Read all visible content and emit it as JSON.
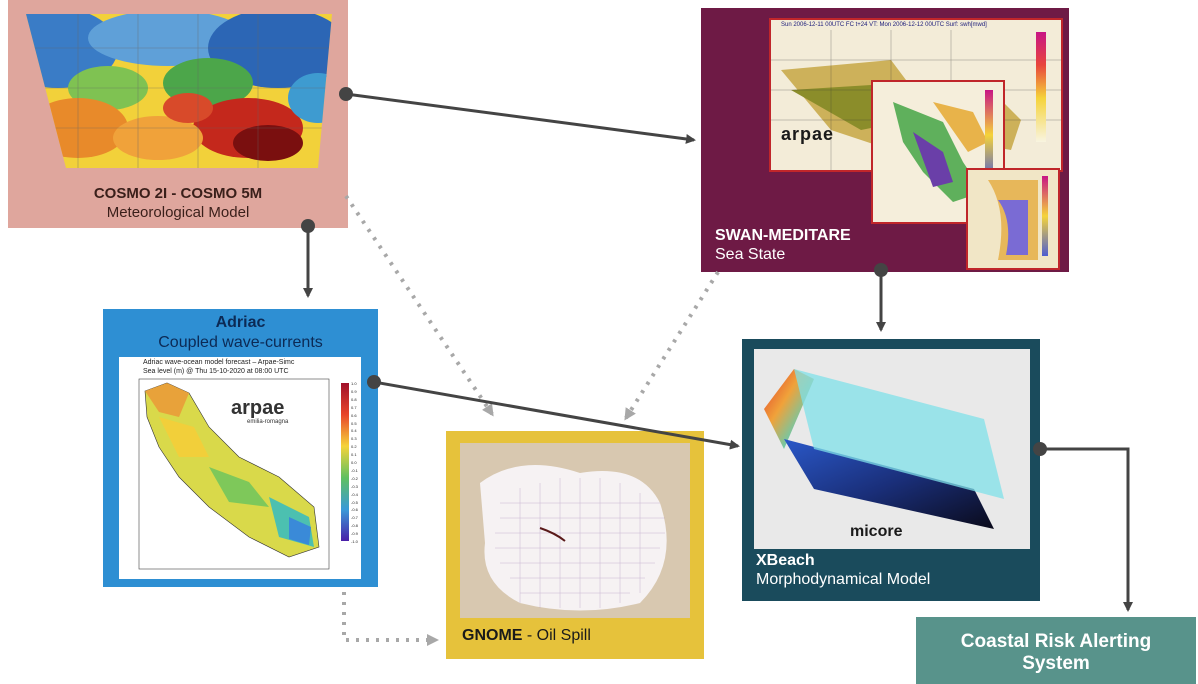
{
  "cosmo": {
    "title": "COSMO 2I - COSMO 5M",
    "subtitle": "Meteorological Model",
    "bg_color": "#dfa69d"
  },
  "swan": {
    "title": "SWAN-MEDITARE",
    "subtitle": "Sea State",
    "bg_color": "#6e1a45",
    "map_header": "Sun 2006-12-11 00UTC   FC t+24 VT: Mon 2006-12-12 00UTC Surf: swh[mwd]",
    "logo_text": "arpae"
  },
  "adriac": {
    "title": "Adriac",
    "subtitle": "Coupled wave-currents",
    "bg_color": "#2e8fd3",
    "map_title_line1": "Adriac wave-ocean model forecast  –  Arpae-Simc",
    "map_title_line2": "Sea level (m)  @  Thu 15-10-2020 at 08:00 UTC",
    "logo_text": "arpae",
    "logo_sub": "emilia-romagna",
    "colorbar_ticks": [
      "1.0",
      "0.9",
      "0.8",
      "0.7",
      "0.6",
      "0.5",
      "0.4",
      "0.3",
      "0.2",
      "0.1",
      "0.0",
      "-0.1",
      "-0.2",
      "-0.3",
      "-0.4",
      "-0.5",
      "-0.6",
      "-0.7",
      "-0.8",
      "-0.9",
      "-1.0"
    ]
  },
  "gnome": {
    "title_bold": "GNOME",
    "title_rest": " - Oil Spill",
    "bg_color": "#e6c23b"
  },
  "xbeach": {
    "title": "XBeach",
    "subtitle": "Morphodynamical Model",
    "bg_color": "#1a4b5c",
    "logo_text": "micore"
  },
  "coastal": {
    "line1": "Coastal Risk Alerting",
    "line2": "System",
    "bg_color": "#58938b"
  },
  "colors": {
    "arrow": "#444444",
    "dotted_arrow": "#a8a8a8"
  }
}
